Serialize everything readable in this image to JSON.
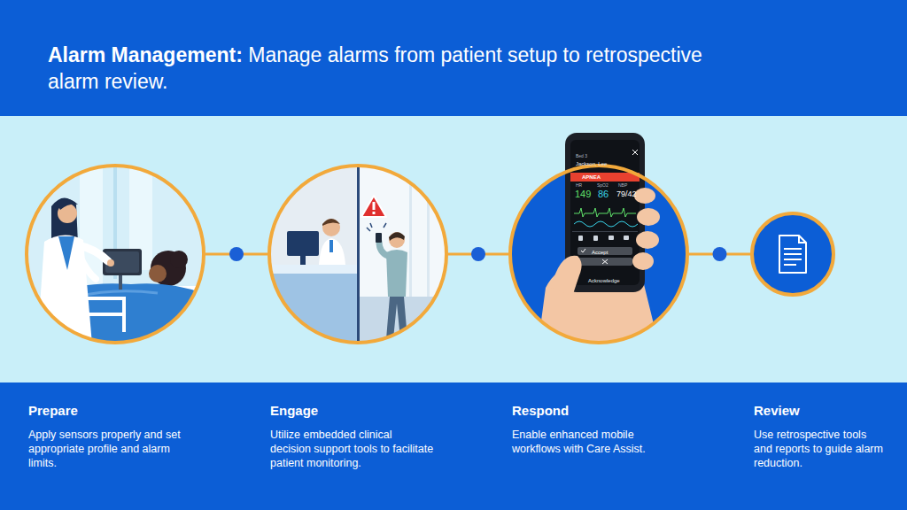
{
  "diagram": {
    "title": "Alarm Management: Manage alarms from patient setup to retrospective alarm review.",
    "nodes": [
      {
        "text": [
          "Prepare",
          "Apply sensors properly and set appropriate profile and alarm limits."
        ]
      },
      {
        "text": [
          "Engage",
          "Utilize embedded clinical decision support tools to facilitate patient monitoring."
        ]
      },
      {
        "text": [
          "Respond",
          "Enable enhanced mobile workflows with Care Assist."
        ]
      },
      {
        "text": [
          "Review",
          "Use retrospective tools and reports to guide alarm reduction."
        ]
      }
    ],
    "edges": [
      {
        "from": 0,
        "to": 1,
        "arrow": "none"
      },
      {
        "from": 1,
        "to": 2,
        "arrow": "none"
      },
      {
        "from": 2,
        "to": 3,
        "arrow": "none"
      }
    ],
    "labels": [
      "Bed 3",
      "Jackson, Lee",
      "APNEA",
      "HR",
      "SpO2",
      "NBP",
      "149",
      "86",
      "79/42",
      "Accept",
      "Acknowledge"
    ]
  }
}
